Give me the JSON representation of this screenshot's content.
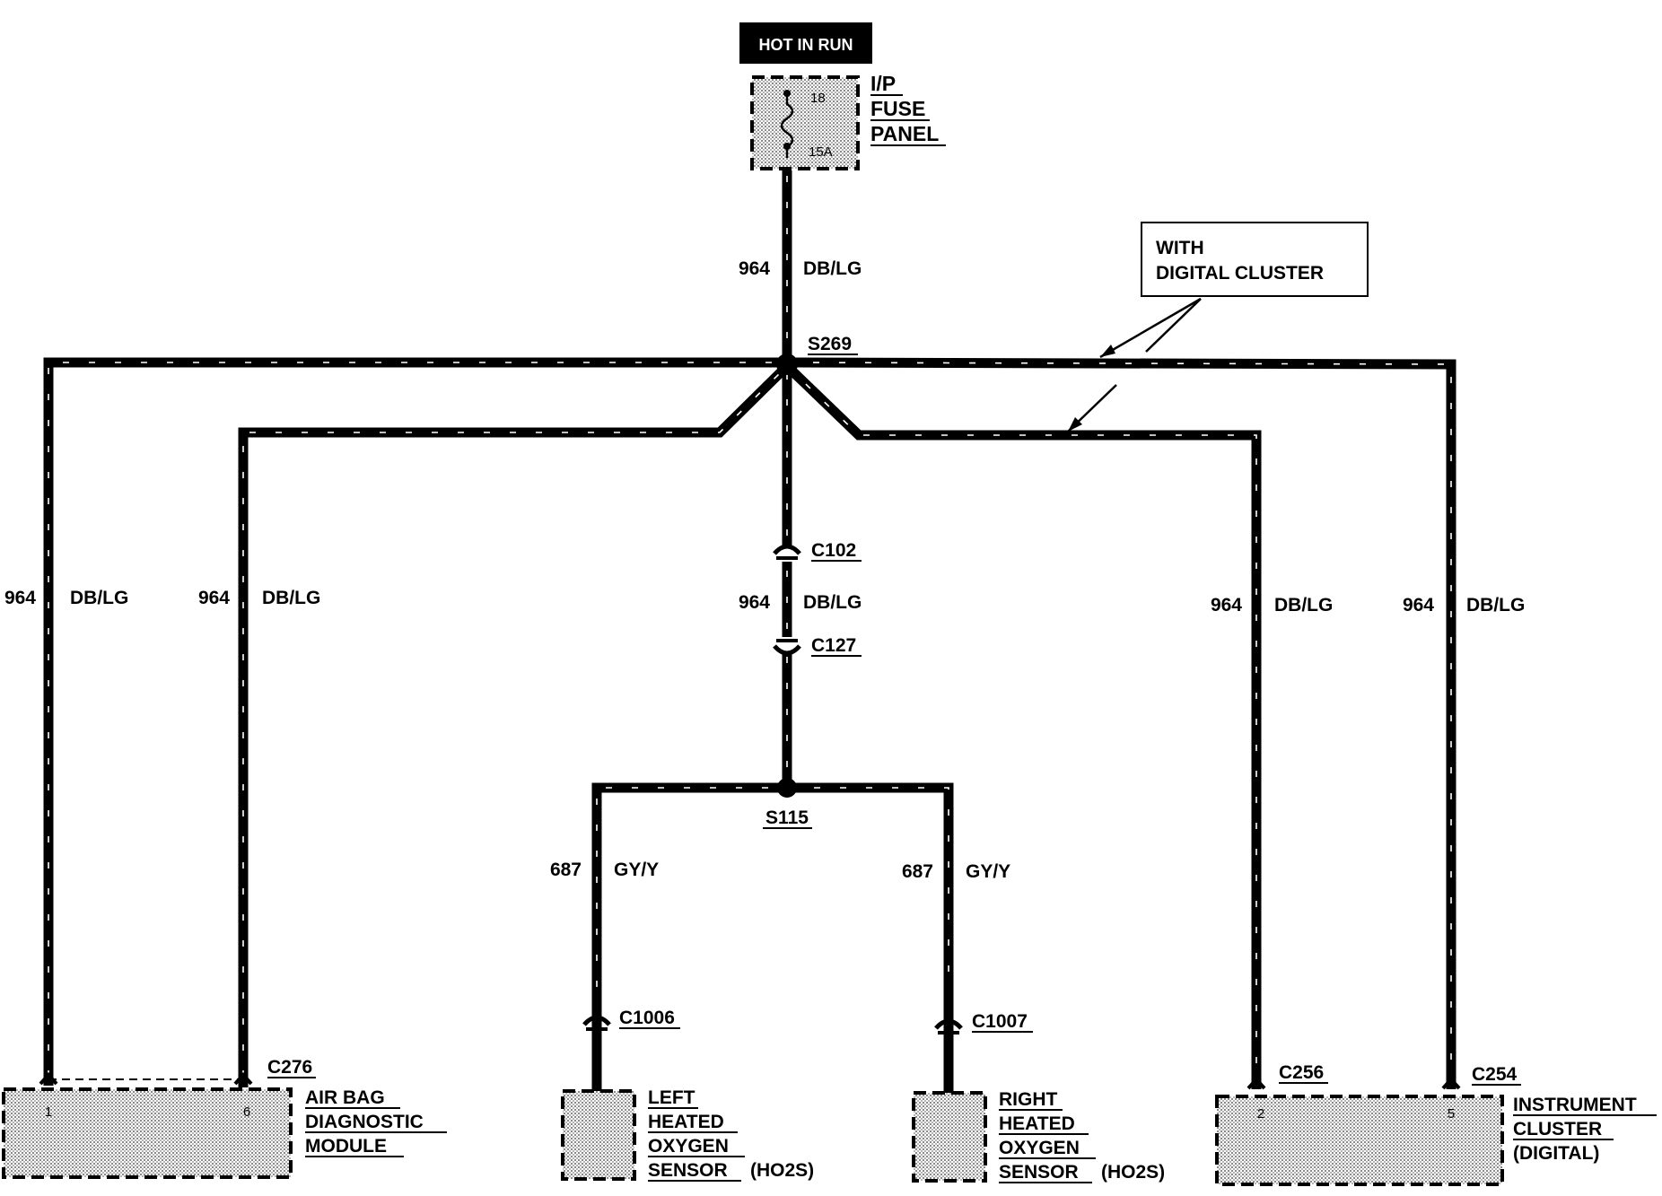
{
  "power_source": {
    "label": "HOT IN RUN"
  },
  "fuse_panel": {
    "name_lines": [
      "I/P",
      "FUSE",
      "PANEL"
    ],
    "fuse_number": "18",
    "fuse_rating": "15A"
  },
  "note_box": {
    "lines": [
      "WITH",
      "DIGITAL CLUSTER"
    ]
  },
  "splices": {
    "top": "S269",
    "bottom": "S115"
  },
  "wires": {
    "feed": {
      "circuit": "964",
      "color": "DB/LG"
    },
    "far_left": {
      "circuit": "964",
      "color": "DB/LG"
    },
    "left": {
      "circuit": "964",
      "color": "DB/LG"
    },
    "center": {
      "circuit": "964",
      "color": "DB/LG"
    },
    "right": {
      "circuit": "964",
      "color": "DB/LG"
    },
    "far_right": {
      "circuit": "964",
      "color": "DB/LG"
    },
    "o2_left": {
      "circuit": "687",
      "color": "GY/Y"
    },
    "o2_right": {
      "circuit": "687",
      "color": "GY/Y"
    }
  },
  "connectors": {
    "c102": "C102",
    "c127": "C127",
    "c1006": "C1006",
    "c1007": "C1007",
    "c276": "C276",
    "c256": "C256",
    "c254": "C254"
  },
  "components": {
    "airbag": {
      "name_lines": [
        "AIR BAG",
        "DIAGNOSTIC",
        "MODULE"
      ],
      "pin_a": "1",
      "pin_b": "6"
    },
    "left_o2": {
      "name_lines": [
        "LEFT",
        "HEATED",
        "OXYGEN",
        "SENSOR"
      ],
      "suffix": "(HO2S)"
    },
    "right_o2": {
      "name_lines": [
        "RIGHT",
        "HEATED",
        "OXYGEN",
        "SENSOR"
      ],
      "suffix": "(HO2S)"
    },
    "cluster": {
      "name_lines": [
        "INSTRUMENT",
        "CLUSTER",
        "(DIGITAL)"
      ],
      "pin_a": "2",
      "pin_b": "5"
    }
  }
}
